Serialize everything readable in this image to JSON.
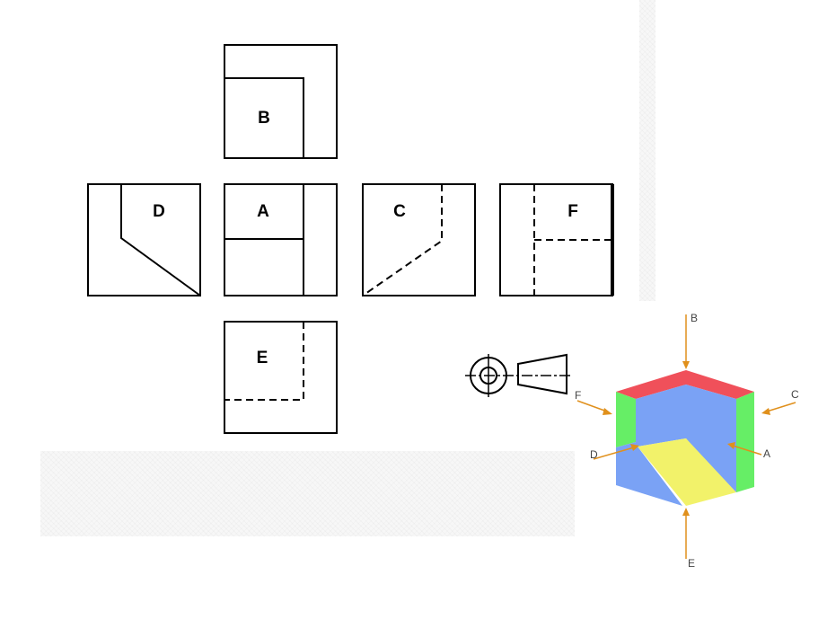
{
  "views": [
    {
      "id": "A",
      "label": "A"
    },
    {
      "id": "B",
      "label": "B"
    },
    {
      "id": "C",
      "label": "C"
    },
    {
      "id": "D",
      "label": "D"
    },
    {
      "id": "E",
      "label": "E"
    },
    {
      "id": "F",
      "label": "F"
    }
  ],
  "arrows": [
    {
      "id": "B",
      "label": "B"
    },
    {
      "id": "C",
      "label": "C"
    },
    {
      "id": "F",
      "label": "F"
    },
    {
      "id": "D",
      "label": "D"
    },
    {
      "id": "A",
      "label": "A"
    },
    {
      "id": "E",
      "label": "E"
    }
  ],
  "colors": {
    "face_top": "#f0505a",
    "face_green": "#66ee66",
    "face_blue": "#7aa2f5",
    "face_yellow": "#f2f26a",
    "arrow": "#e0901c",
    "line": "#000000"
  },
  "projection_symbol": "third-angle-projection-icon"
}
